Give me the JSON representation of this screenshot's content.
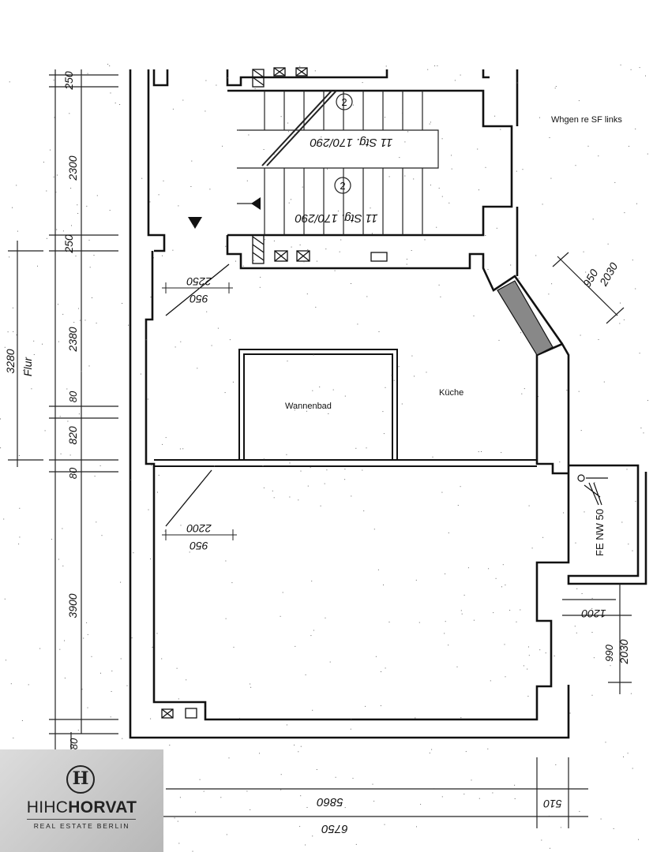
{
  "note": "Whgen re SF links",
  "rooms": {
    "bath": "Wannenbad",
    "kitchen": "Küche"
  },
  "stairs": {
    "upper_label": "11 Stg. 170/290",
    "lower_label": "11 Stg. 170/290",
    "marker": "2"
  },
  "dimensions_left": [
    "250",
    "2300",
    "250",
    "2380",
    "80",
    "820",
    "80",
    "3900",
    "80"
  ],
  "dimension_flur": [
    "3280",
    "Flur"
  ],
  "dimensions_right": [
    "950",
    "2030",
    "1200",
    "990",
    "2030"
  ],
  "door_labels": [
    {
      "top": "2250",
      "bottom": "950"
    },
    {
      "top": "2200",
      "bottom": "950"
    }
  ],
  "dimensions_bottom": [
    "5860",
    "6750",
    "510"
  ],
  "window": "FE NW 50",
  "logo": {
    "word_light": "HIHC",
    "word_bold": "HORVAT",
    "tagline": "REAL ESTATE BERLIN",
    "emblem": "H"
  },
  "colors": {
    "ink": "#111111",
    "paper": "#ffffff",
    "logo_bg": "#c8c8c8"
  }
}
